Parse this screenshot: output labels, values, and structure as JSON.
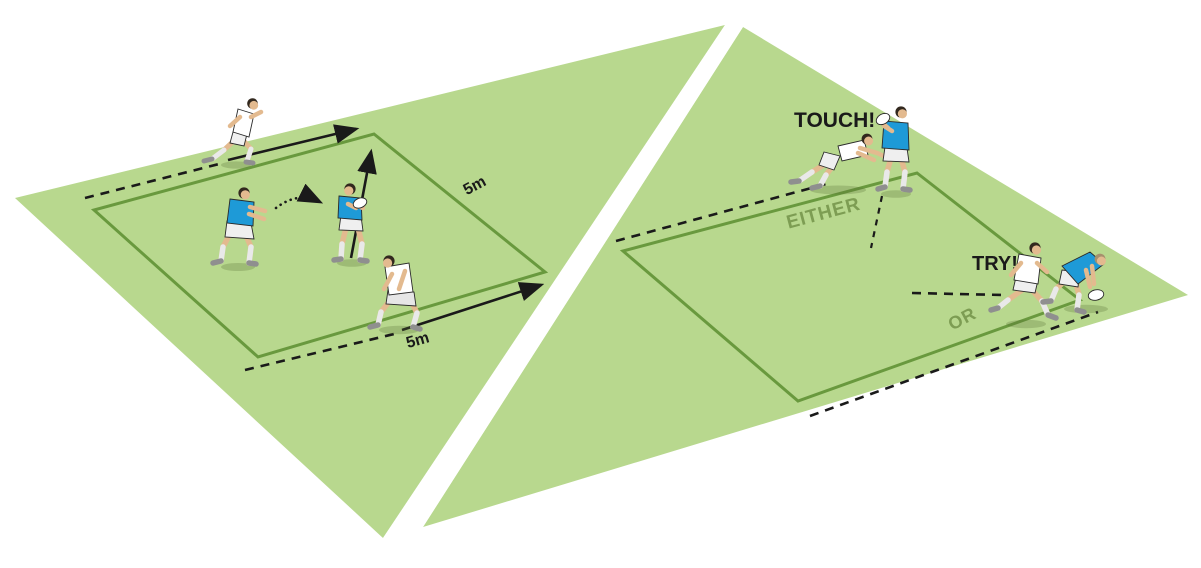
{
  "figure": {
    "kind": "rugby-drill-diagram",
    "description": "Two-panel perspective drill: 5m grid passing on left pitch, touch-or-try outcomes on right pitch"
  },
  "colors": {
    "grass": "#b8d88e",
    "pitch_line": "#69993e",
    "zone_label_text": "#7d9d53",
    "ink": "#1a1a1a",
    "jersey_blue": "#1e9ad7",
    "jersey_white": "#ffffff",
    "shorts": "#efefef",
    "skin": "#e3ba8f",
    "ball": "#ffffff"
  },
  "left_pitch": {
    "label_5m_right": "5m",
    "label_5m_bottom": "5m",
    "players": [
      {
        "jersey": "white",
        "action": "running along top boundary"
      },
      {
        "jersey": "blue",
        "action": "passing"
      },
      {
        "jersey": "blue",
        "action": "receiving with ball",
        "has_ball": true
      },
      {
        "jersey": "white",
        "action": "running along bottom boundary"
      }
    ]
  },
  "right_pitch": {
    "label_touch": "TOUCH!",
    "label_either": "EITHER",
    "label_try": "TRY!",
    "label_or": "OR",
    "players": [
      {
        "jersey": "white",
        "action": "making touch"
      },
      {
        "jersey": "blue",
        "action": "ball carrier touched",
        "has_ball": true
      },
      {
        "jersey": "white",
        "action": "chasing"
      },
      {
        "jersey": "blue",
        "action": "grounding ball for try",
        "has_ball": true
      }
    ]
  }
}
